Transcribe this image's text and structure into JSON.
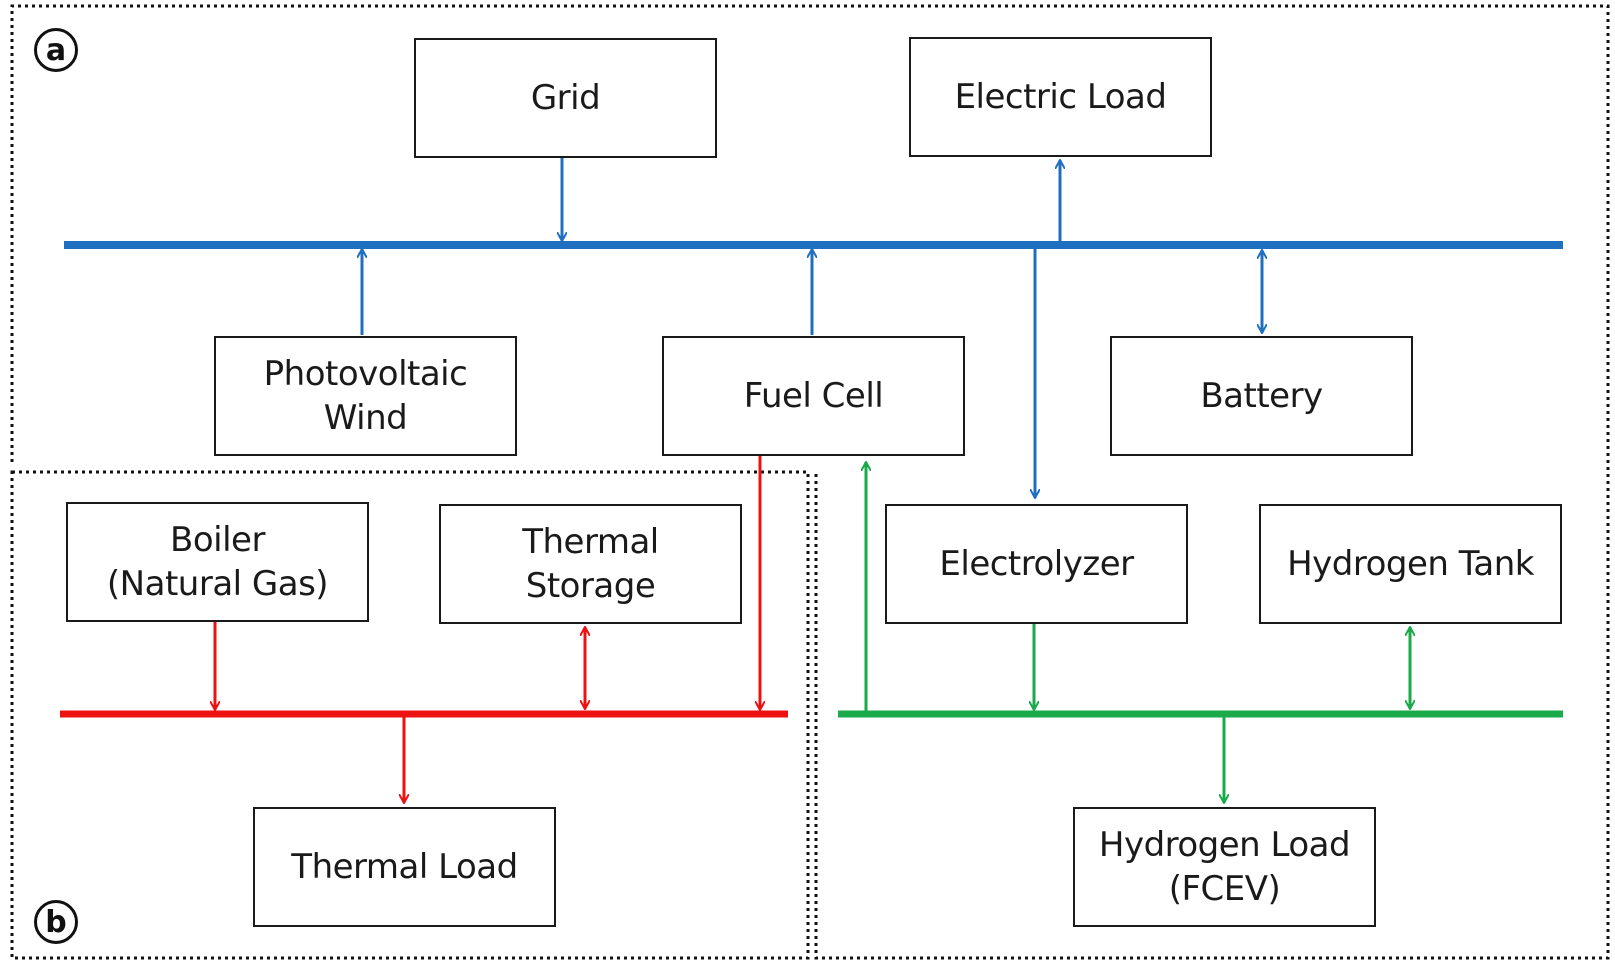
{
  "panels": {
    "a": "a",
    "b": "b"
  },
  "components": {
    "grid": {
      "lines": [
        "Grid"
      ]
    },
    "electric_load": {
      "lines": [
        "Electric Load"
      ]
    },
    "pv_wind": {
      "lines": [
        "Photovoltaic",
        "Wind"
      ]
    },
    "fuel_cell": {
      "lines": [
        "Fuel Cell"
      ]
    },
    "battery": {
      "lines": [
        "Battery"
      ]
    },
    "boiler": {
      "lines": [
        "Boiler",
        "(Natural Gas)"
      ]
    },
    "thermal_storage": {
      "lines": [
        "Thermal",
        "Storage"
      ]
    },
    "electrolyzer": {
      "lines": [
        "Electrolyzer"
      ]
    },
    "hydrogen_tank": {
      "lines": [
        "Hydrogen Tank"
      ]
    },
    "thermal_load": {
      "lines": [
        "Thermal Load"
      ]
    },
    "hydrogen_load": {
      "lines": [
        "Hydrogen Load",
        "(FCEV)"
      ]
    }
  },
  "colors": {
    "electric_bus": "#1f6fc0",
    "thermal_bus": "#ee1111",
    "hydrogen_bus": "#1aaa4a",
    "border": "#1a1a1a"
  }
}
